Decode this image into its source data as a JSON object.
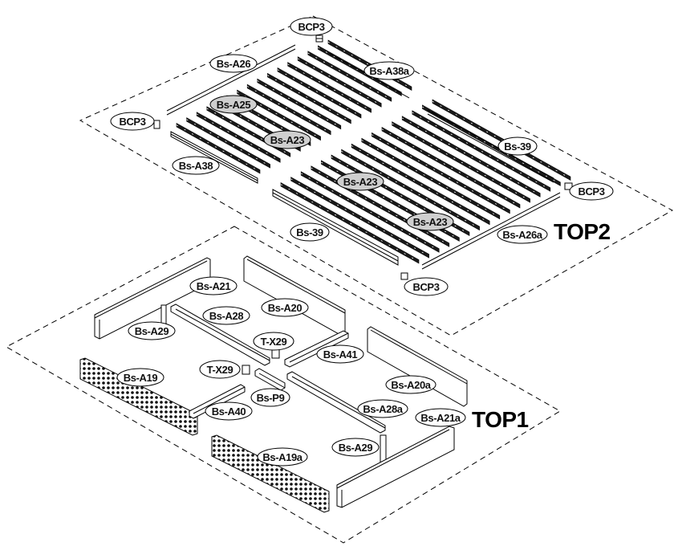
{
  "top2": {
    "title": "TOP2",
    "labels": {
      "bcp3_top": "BCP3",
      "bs_a26": "Bs-A26",
      "bs_a38a": "Bs-A38a",
      "bcp3_left": "BCP3",
      "bs_a25": "Bs-A25",
      "bs_a23_1": "Bs-A23",
      "bs_a38": "Bs-A38",
      "bs_39_right": "Bs-39",
      "bcp3_right": "BCP3",
      "bs_a23_2": "Bs-A23",
      "bs_a23_3": "Bs-A23",
      "bs_39_left": "Bs-39",
      "bs_a26a": "Bs-A26a",
      "bcp3_bottom": "BCP3"
    }
  },
  "top1": {
    "title": "TOP1",
    "labels": {
      "bs_a21": "Bs-A21",
      "bs_a20": "Bs-A20",
      "bs_a28": "Bs-A28",
      "bs_a29_left": "Bs-A29",
      "tx29_upper": "T-X29",
      "bs_a41": "Bs-A41",
      "bs_a19": "Bs-A19",
      "tx29_lower": "T-X29",
      "bs_a20a": "Bs-A20a",
      "bs_p9": "Bs-P9",
      "bs_a28a": "Bs-A28a",
      "bs_a40": "Bs-A40",
      "bs_a21a": "Bs-A21a",
      "bs_a29_right": "Bs-A29",
      "bs_a19a": "Bs-A19a"
    }
  }
}
